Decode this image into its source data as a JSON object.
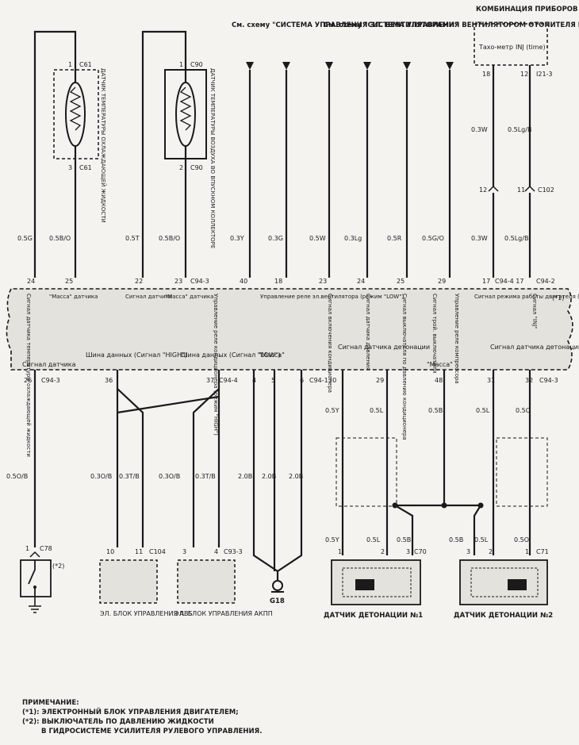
{
  "top_refs": {
    "fan": "См. схему \"СИСТЕМА УПРАВЛЕНИЯ ЭЛ. ВЕНТИЛЯТОРАМИ\"",
    "heater": "См. схему \"СИСТЕМА УПРАВЛЕНИЯ ВЕНТИЛЯТОРОМ ОТОПИТЕЛЯ И КОНДИЦИОНЕРОМ\"",
    "cluster_title": "КОМБИНАЦИЯ ПРИБОРОВ",
    "cluster_tach": "Тахо-метр",
    "cluster_inj": "INJ (time)"
  },
  "sensors": {
    "coolant_label": "ДАТЧИК ТЕМПЕРАТУРЫ ОХЛАЖДАЮЩЕЙ ЖИДКОСТИ",
    "coolant_pin_top": "1",
    "coolant_conn_top": "C61",
    "coolant_pin_bottom": "3",
    "coolant_conn_bottom": "C61",
    "air_label": "ДАТЧИК ТЕМПЕРАТУРЫ ВОЗДУХА ВО ВПУСКНОМ КОЛЛЕКТОРЕ",
    "air_pin_top": "1",
    "air_conn_top": "C90",
    "air_pin_bottom": "2",
    "air_conn_bottom": "C90"
  },
  "top_wires": [
    {
      "color": "0.5G",
      "pin": "24"
    },
    {
      "color": "0.5B/O",
      "pin": "25"
    },
    {
      "color": "0.5T",
      "pin": "22"
    },
    {
      "color": "0.5B/O",
      "pin": "23"
    },
    {
      "color": "0.3Y",
      "pin": "40"
    },
    {
      "color": "0.3G",
      "pin": "18"
    },
    {
      "color": "0.5W",
      "pin": "23"
    },
    {
      "color": "0.3Lg",
      "pin": "24"
    },
    {
      "color": "0.5R",
      "pin": "25"
    },
    {
      "color": "0.5G/O",
      "pin": "29"
    },
    {
      "color": "0.3W",
      "pin": "17"
    },
    {
      "color": "0.5Lg/B",
      "pin": ""
    }
  ],
  "top_conns": {
    "c943": "C94-3",
    "c9441": "C94-4 17",
    "c942": "C94-2",
    "cluster_pin_a": "18",
    "cluster_pin_b": "12",
    "cluster_conn": "I21-3",
    "cluster_wire_a": "0.3W",
    "cluster_wire_b": "0.5Lg/B",
    "c102_pin_a": "12",
    "c102_pin_b": "11",
    "c102": "C102",
    "note1": "(*1)"
  },
  "ecu_top_labels": [
    "Сигнал датчика температуры охлаждающей жидкости",
    "\"Масса\" датчика",
    "Сигнал датчика",
    "\"Масса\" датчика",
    "Управление реле кондиционера (режим \"HIGH\")",
    "Управление реле эл.вентилятора (режим \"LOW\")",
    "Сигнал включения кондиционера",
    "Сигнал датчика давления",
    "Сигнал выключателя по давлению кондиционера",
    "Сигнал трой. выключателя",
    "Управление реле компрессора",
    "Сигнал режима работы двигателя (обороты)",
    "Сигнал \"INJ\""
  ],
  "ecu_bottom_labels": {
    "signal_sensor": "Сигнал датчика",
    "bus_high": "Шина данных (Сигнал \"HIGH\")",
    "bus_low": "Шина данных (Сигнал \"LOW\")",
    "ground": "\"Масса\"",
    "knock_signal_1": "Сигнал датчика детонации",
    "ground2": "\"Масса\"",
    "knock_signal_2": "Сигнал датчика детонации"
  },
  "bottom_pins": [
    {
      "pin": "26",
      "conn": "C94-3"
    },
    {
      "pin": "36",
      "conn": ""
    },
    {
      "pin": "37",
      "conn": "C94-4"
    },
    {
      "pin": "4",
      "conn": ""
    },
    {
      "pin": "5",
      "conn": ""
    },
    {
      "pin": "6",
      "conn": "C94-1"
    },
    {
      "pin": "30",
      "conn": ""
    },
    {
      "pin": "29",
      "conn": ""
    },
    {
      "pin": "48",
      "conn": ""
    },
    {
      "pin": "31",
      "conn": ""
    },
    {
      "pin": "32",
      "conn": "C94-3"
    }
  ],
  "bottom_wires": {
    "w26": "0.5O/B",
    "w36a": "0.3O/B",
    "w36b": "0.3T/B",
    "w37a": "0.3O/B",
    "w37b": "0.3T/B",
    "g1": "2.0B",
    "g2": "2.0B",
    "g3": "2.0B",
    "k1a": "0.5Y",
    "k1b": "0.5L",
    "kmid": "0.5B",
    "k2a": "0.5L",
    "k2b": "0.5O",
    "k1a2": "0.5Y",
    "k1b2": "0.5L",
    "k1g": "0.5B",
    "k2g": "0.5B",
    "k2a2": "0.5L",
    "k2b2": "0.5O"
  },
  "components": {
    "c78_pin": "1",
    "c78": "C78",
    "note2": "(*2)",
    "abs_pins": [
      "10",
      "11"
    ],
    "c104": "C104",
    "akpp_pins": [
      "3",
      "4"
    ],
    "c933": "C93-3",
    "abs_label": "ЭЛ. БЛОК УПРАВЛЕНИЯ ABS",
    "akpp_label": "ЭЛ. БЛОК УПРАВЛЕНИЯ АКПП",
    "g18": "G18",
    "knock1_pins": [
      "1",
      "2",
      "3"
    ],
    "c70": "C70",
    "knock2_pins": [
      "3",
      "2",
      "1"
    ],
    "c71": "C71",
    "knock1_label": "ДАТЧИК ДЕТОНАЦИИ №1",
    "knock2_label": "ДАТЧИК ДЕТОНАЦИИ №2"
  },
  "notes": {
    "title": "ПРИМЕЧАНИЕ:",
    "line1": "(*1): ЭЛЕКТРОННЫЙ БЛОК УПРАВЛЕНИЯ ДВИГАТЕЛЕМ;",
    "line2": "(*2): ВЫКЛЮЧАТЕЛЬ ПО ДАВЛЕНИЮ ЖИДКОСТИ",
    "line3": "В ГИДРОСИСТЕМЕ УСИЛИТЕЛЯ РУЛЕВОГО УПРАВЛЕНИЯ."
  }
}
